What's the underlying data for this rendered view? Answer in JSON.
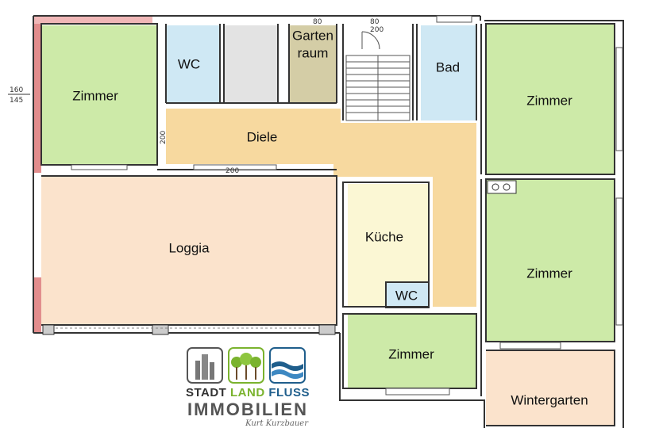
{
  "rooms": {
    "zimmer_nw": "Zimmer",
    "wc_1": "WC",
    "gartenraum_line1": "Garten",
    "gartenraum_line2": "raum",
    "bad": "Bad",
    "zimmer_ne": "Zimmer",
    "diele": "Diele",
    "loggia": "Loggia",
    "kueche": "Küche",
    "wc_2": "WC",
    "zimmer_e": "Zimmer",
    "zimmer_s": "Zimmer",
    "wintergarten": "Wintergarten"
  },
  "dimensions": {
    "left_top": "160",
    "left_bottom": "145",
    "diele_left": "200",
    "diele_bottom": "200",
    "top_gartenraum": "80",
    "stair_top": "80",
    "stair_bottom": "200"
  },
  "logo": {
    "word1": "STADT",
    "word2": "LAND",
    "word3": "FLUSS",
    "line2": "IMMOBILIEN",
    "signature": "Kurt Kurzbauer"
  },
  "colors": {
    "zimmer_green": "#cdeaa8",
    "wet_blue": "#cfe8f4",
    "garten_brown": "#d4cda6",
    "diele_orange": "#f7d99f",
    "loggia_peach": "#fbe3cc",
    "kueche_yellow": "#fbf7d4",
    "wintergarten": "#fbe3cc",
    "wall": "#333333",
    "brick_red": "#e28d8d"
  }
}
